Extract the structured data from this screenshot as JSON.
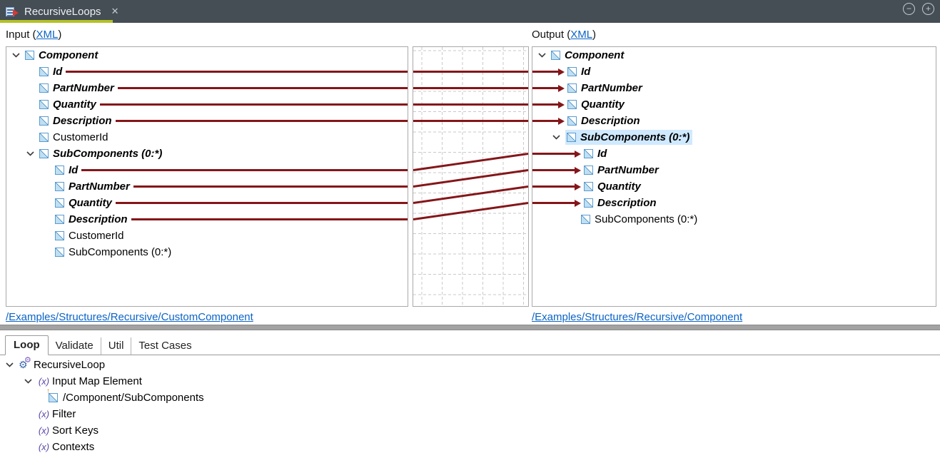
{
  "window": {
    "tab_title": "RecursiveLoops",
    "close_label": "✕",
    "minimize_label": "−",
    "maximize_label": "+"
  },
  "mapping": {
    "input_label_prefix": "Input (",
    "output_label_prefix": "Output (",
    "xml_link_label": "XML",
    "label_suffix": ")",
    "input_path_link": "/Examples/Structures/Recursive/CustomComponent",
    "output_path_link": "/Examples/Structures/Recursive/Component",
    "line_color": "#841619",
    "selected_row_color": "#cfe9ff",
    "connections": [
      "Component/Id → Component/Id",
      "Component/PartNumber → Component/PartNumber",
      "Component/Quantity → Component/Quantity",
      "Component/Description → Component/Description",
      "Component/SubComponents/Id → Component/SubComponents/Id",
      "Component/SubComponents/PartNumber → Component/SubComponents/PartNumber",
      "Component/SubComponents/Quantity → Component/SubComponents/Quantity",
      "Component/SubComponents/Description → Component/SubComponents/Description"
    ],
    "input_tree": [
      {
        "label": "Component",
        "level": 0,
        "expander": true,
        "mapped": true,
        "line": false
      },
      {
        "label": "Id",
        "level": 1,
        "expander": false,
        "mapped": true,
        "line": true
      },
      {
        "label": "PartNumber",
        "level": 1,
        "expander": false,
        "mapped": true,
        "line": true
      },
      {
        "label": "Quantity",
        "level": 1,
        "expander": false,
        "mapped": true,
        "line": true
      },
      {
        "label": "Description",
        "level": 1,
        "expander": false,
        "mapped": true,
        "line": true
      },
      {
        "label": "CustomerId",
        "level": 1,
        "expander": false,
        "mapped": false,
        "line": false
      },
      {
        "label": "SubComponents (0:*)",
        "level": 1,
        "expander": true,
        "mapped": true,
        "line": false
      },
      {
        "label": "Id",
        "level": 2,
        "expander": false,
        "mapped": true,
        "line": true
      },
      {
        "label": "PartNumber",
        "level": 2,
        "expander": false,
        "mapped": true,
        "line": true
      },
      {
        "label": "Quantity",
        "level": 2,
        "expander": false,
        "mapped": true,
        "line": true
      },
      {
        "label": "Description",
        "level": 2,
        "expander": false,
        "mapped": true,
        "line": true
      },
      {
        "label": "CustomerId",
        "level": 2,
        "expander": false,
        "mapped": false,
        "line": false
      },
      {
        "label": "SubComponents (0:*)",
        "level": 2,
        "expander": false,
        "mapped": false,
        "line": false
      }
    ],
    "output_tree": [
      {
        "label": "Component",
        "level": 0,
        "expander": true,
        "mapped": true,
        "arrow": false,
        "selected": false
      },
      {
        "label": "Id",
        "level": 1,
        "expander": false,
        "mapped": true,
        "arrow": true,
        "selected": false
      },
      {
        "label": "PartNumber",
        "level": 1,
        "expander": false,
        "mapped": true,
        "arrow": true,
        "selected": false
      },
      {
        "label": "Quantity",
        "level": 1,
        "expander": false,
        "mapped": true,
        "arrow": true,
        "selected": false
      },
      {
        "label": "Description",
        "level": 1,
        "expander": false,
        "mapped": true,
        "arrow": true,
        "selected": false
      },
      {
        "label": "SubComponents (0:*)",
        "level": 1,
        "expander": true,
        "mapped": true,
        "arrow": false,
        "selected": true
      },
      {
        "label": "Id",
        "level": 2,
        "expander": false,
        "mapped": true,
        "arrow": true,
        "selected": false
      },
      {
        "label": "PartNumber",
        "level": 2,
        "expander": false,
        "mapped": true,
        "arrow": true,
        "selected": false
      },
      {
        "label": "Quantity",
        "level": 2,
        "expander": false,
        "mapped": true,
        "arrow": true,
        "selected": false
      },
      {
        "label": "Description",
        "level": 2,
        "expander": false,
        "mapped": true,
        "arrow": true,
        "selected": false
      },
      {
        "label": "SubComponents (0:*)",
        "level": 2,
        "expander": false,
        "mapped": false,
        "arrow": false,
        "selected": false
      }
    ]
  },
  "bottom_panel": {
    "tabs": [
      {
        "label": "Loop",
        "active": true
      },
      {
        "label": "Validate",
        "active": false
      },
      {
        "label": "Util",
        "active": false
      },
      {
        "label": "Test Cases",
        "active": false
      }
    ],
    "tree": [
      {
        "label": "RecursiveLoop",
        "level": 0,
        "expander": true,
        "icon": "gears-icon"
      },
      {
        "label": "Input Map Element",
        "level": 1,
        "expander": true,
        "icon": "function-icon"
      },
      {
        "label": "/Component/SubComponents",
        "level": 2,
        "expander": false,
        "icon": "element-ref-icon"
      },
      {
        "label": "Filter",
        "level": 1,
        "expander": false,
        "icon": "function-icon"
      },
      {
        "label": "Sort Keys",
        "level": 1,
        "expander": false,
        "icon": "function-icon"
      },
      {
        "label": "Contexts",
        "level": 1,
        "expander": false,
        "icon": "function-icon"
      }
    ]
  }
}
